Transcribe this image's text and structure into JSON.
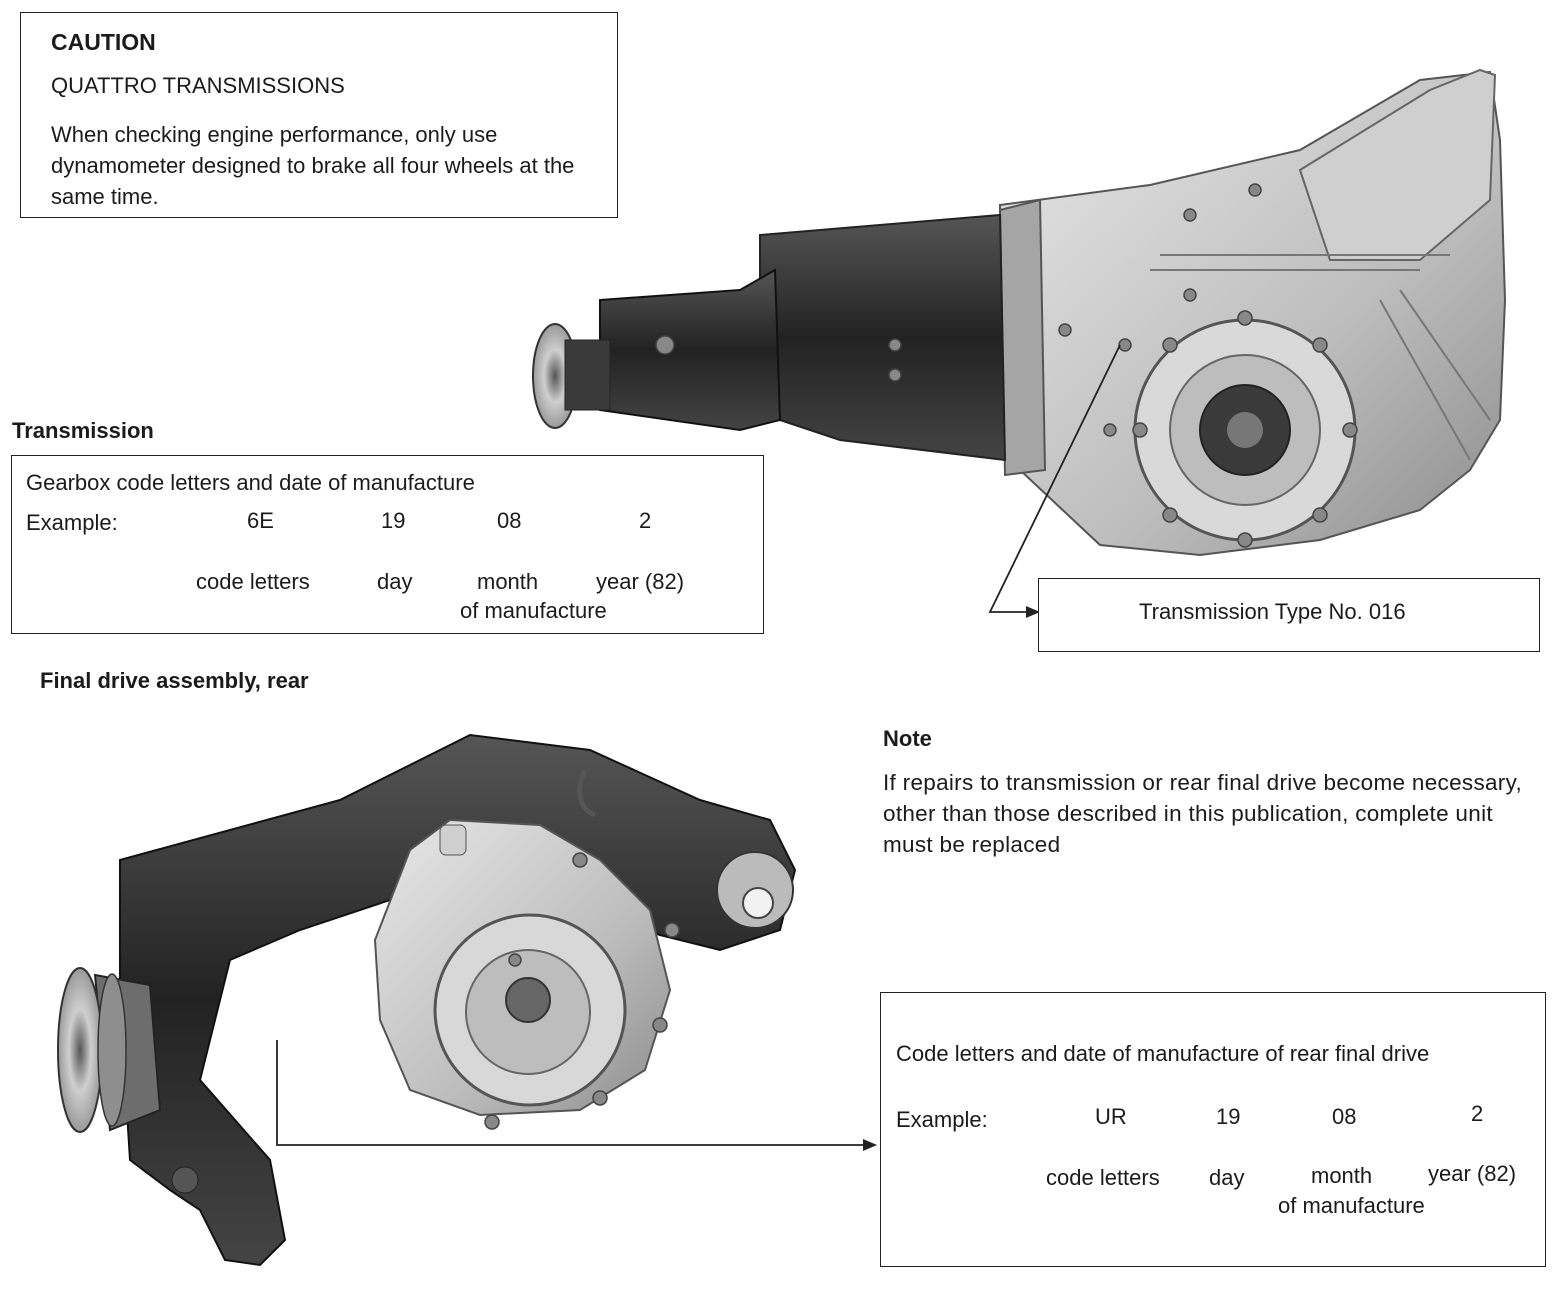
{
  "caution": {
    "title": "CAUTION",
    "subtitle": "QUATTRO TRANSMISSIONS",
    "body": "When checking engine performance, only use dynamometer designed to brake all four wheels at the same time."
  },
  "transmission": {
    "heading": "Transmission",
    "box": {
      "title": "Gearbox code letters and date of manufacture",
      "example_label": "Example:",
      "values": [
        "6E",
        "19",
        "08",
        "2"
      ],
      "legend": [
        "code letters",
        "day",
        "month",
        "year (82)"
      ],
      "legend_sub": "of manufacture"
    },
    "type_label": "Transmission Type No. 016"
  },
  "final_drive": {
    "heading": "Final drive assembly, rear",
    "box": {
      "title": "Code letters and date of manufacture of rear final drive",
      "example_label": "Example:",
      "values": [
        "UR",
        "19",
        "08",
        "2"
      ],
      "legend": [
        "code letters",
        "day",
        "month",
        "year (82)"
      ],
      "legend_sub": "of manufacture"
    }
  },
  "note": {
    "title": "Note",
    "body": "If repairs to transmission or rear final drive become necessary, other than those described in this publication, complete unit must be replaced"
  },
  "colors": {
    "ink": "#1b1b1b",
    "photo_dark": "#2a2a2a",
    "photo_mid": "#8a8a8a",
    "photo_light": "#d6d6d6"
  }
}
